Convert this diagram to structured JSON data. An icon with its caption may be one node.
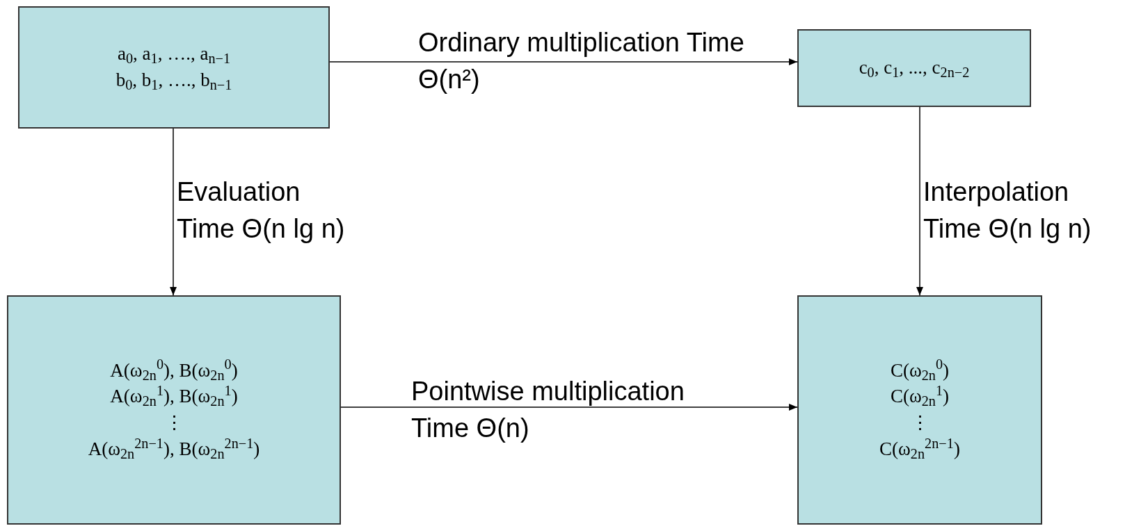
{
  "diagram": {
    "nodes": [
      {
        "text": [
          "a$_{0}$, a$_{1}$, …., a$_{n−1}$",
          "b$_{0}$, b$_{1}$, …., b$_{n−1}$"
        ]
      },
      {
        "text": [
          "c$_{0}$, c$_{1}$, ..., c$_{2n−2}$"
        ]
      },
      {
        "text": [
          "A(ω$_{2n}$$^{0}$), B(ω$_{2n}$$^{0}$)",
          "A(ω$_{2n}$$^{1}$), B(ω$_{2n}$$^{1}$)",
          "⋮",
          "A(ω$_{2n}$$^{2n−1}$), B(ω$_{2n}$$^{2n−1}$)"
        ]
      },
      {
        "text": [
          "C(ω$_{2n}$$^{0}$)",
          "C(ω$_{2n}$$^{1}$)",
          "⋮",
          "C(ω$_{2n}$$^{2n−1}$)"
        ]
      }
    ],
    "edges": [
      {
        "from": 0,
        "to": 1,
        "arrow": "to",
        "label": "Ordinary multiplication Time Θ(n²)"
      },
      {
        "from": 0,
        "to": 2,
        "arrow": "to",
        "label": "Evaluation Time Θ(n lg n)"
      },
      {
        "from": 1,
        "to": 3,
        "arrow": "to",
        "label": "Interpolation Time Θ(n lg n)"
      },
      {
        "from": 2,
        "to": 3,
        "arrow": "to",
        "label": "Pointwise multiplication Time Θ(n)"
      }
    ]
  }
}
